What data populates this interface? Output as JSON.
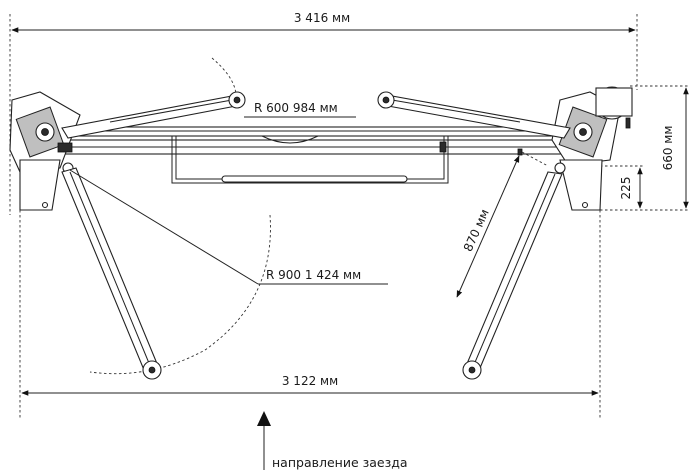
{
  "dimensions": {
    "overall_width": "3 416 мм",
    "track_width": "3 122 мм",
    "height": "660 мм",
    "low_height": "225",
    "short_arm_radius": "R 600 984 мм",
    "long_arm_radius": "R 900 1 424 мм",
    "arm_length": "870 мм"
  },
  "caption": "направление заезда",
  "colors": {
    "line": "#222222",
    "fill": "#ffffff",
    "shade": "#bfbfbf"
  }
}
